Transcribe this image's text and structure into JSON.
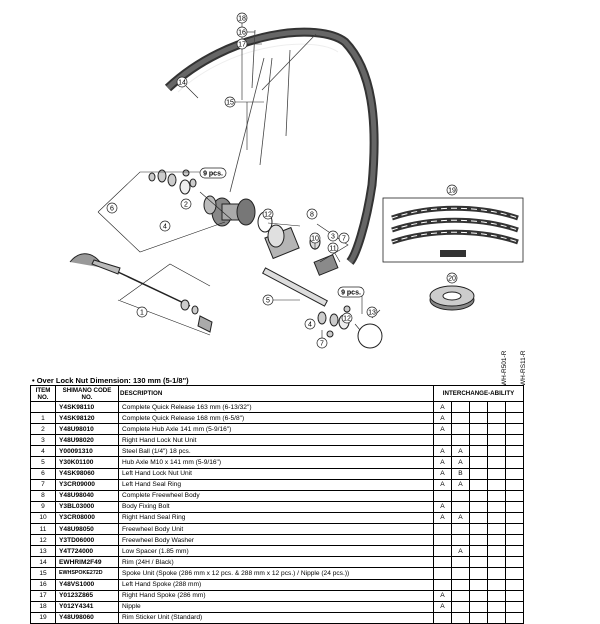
{
  "diagram": {
    "callouts": [
      "18",
      "16",
      "17",
      "15",
      "14",
      "9 pcs.",
      "6",
      "4",
      "2",
      "12",
      "8",
      "10",
      "11",
      "5",
      "3",
      "7",
      "9 pcs.",
      "19",
      "20",
      "4",
      "1",
      "13",
      "7",
      "12"
    ]
  },
  "dimension_note": "• Over Lock Nut Dimension: 130 mm (5-1/8\")",
  "models": [
    "WH-R501-R",
    "WH-RS11-R"
  ],
  "table": {
    "headers": [
      "ITEM NO.",
      "SHIMANO CODE NO.",
      "DESCRIPTION",
      "INTERCHANGE-ABILITY"
    ],
    "rows": [
      {
        "item": "",
        "code": "Y4SK98110",
        "desc": "Complete Quick Release 163 mm (6-13/32\")",
        "a": "A",
        "b": ""
      },
      {
        "item": "1",
        "code": "Y4SK98120",
        "desc": "Complete Quick Release 168 mm (6-5/8\")",
        "a": "A",
        "b": ""
      },
      {
        "item": "2",
        "code": "Y48U98010",
        "desc": "Complete Hub Axle 141 mm (5-9/16\")",
        "a": "A",
        "b": ""
      },
      {
        "item": "3",
        "code": "Y48U98020",
        "desc": "Right Hand Lock Nut Unit",
        "a": "",
        "b": ""
      },
      {
        "item": "4",
        "code": "Y00091310",
        "desc": "Steel Ball (1/4\") 18 pcs.",
        "a": "A",
        "b": "A"
      },
      {
        "item": "5",
        "code": "Y30K01100",
        "desc": "Hub Axle M10 x 141 mm (5-9/16\")",
        "a": "A",
        "b": "A"
      },
      {
        "item": "6",
        "code": "Y4SK98060",
        "desc": "Left Hand Lock Nut Unit",
        "a": "A",
        "b": "B"
      },
      {
        "item": "7",
        "code": "Y3CR09000",
        "desc": "Left Hand Seal Ring",
        "a": "A",
        "b": "A"
      },
      {
        "item": "8",
        "code": "Y48U98040",
        "desc": "Complete Freewheel Body",
        "a": "",
        "b": ""
      },
      {
        "item": "9",
        "code": "Y3BL03000",
        "desc": "Body Fixing Bolt",
        "a": "A",
        "b": ""
      },
      {
        "item": "10",
        "code": "Y3CR08000",
        "desc": "Right Hand Seal Ring",
        "a": "A",
        "b": "A"
      },
      {
        "item": "11",
        "code": "Y48U98050",
        "desc": "Freewheel Body Unit",
        "a": "",
        "b": ""
      },
      {
        "item": "12",
        "code": "Y3TD06000",
        "desc": "Freewheel Body Washer",
        "a": "",
        "b": ""
      },
      {
        "item": "13",
        "code": "Y4T724000",
        "desc": "Low Spacer (1.85 mm)",
        "a": "",
        "b": "A"
      },
      {
        "item": "14",
        "code": "EWHRIM2F49",
        "desc": "Rim (24H / Black)",
        "a": "",
        "b": ""
      },
      {
        "item": "15",
        "code": "EWHSPOKE272D",
        "desc": "Spoke Unit (Spoke (286 mm x 12 pcs. & 288 mm x 12 pcs.) / Nipple (24 pcs.))",
        "a": "",
        "b": "",
        "small": true
      },
      {
        "item": "16",
        "code": "Y48VS1000",
        "desc": "Left Hand Spoke (288 mm)",
        "a": "",
        "b": ""
      },
      {
        "item": "17",
        "code": "Y0123Z865",
        "desc": "Right Hand Spoke (286 mm)",
        "a": "A",
        "b": ""
      },
      {
        "item": "18",
        "code": "Y012Y4341",
        "desc": "Nipple",
        "a": "A",
        "b": ""
      },
      {
        "item": "19",
        "code": "Y48U98060",
        "desc": "Rim Sticker Unit (Standard)",
        "a": "",
        "b": ""
      }
    ]
  }
}
